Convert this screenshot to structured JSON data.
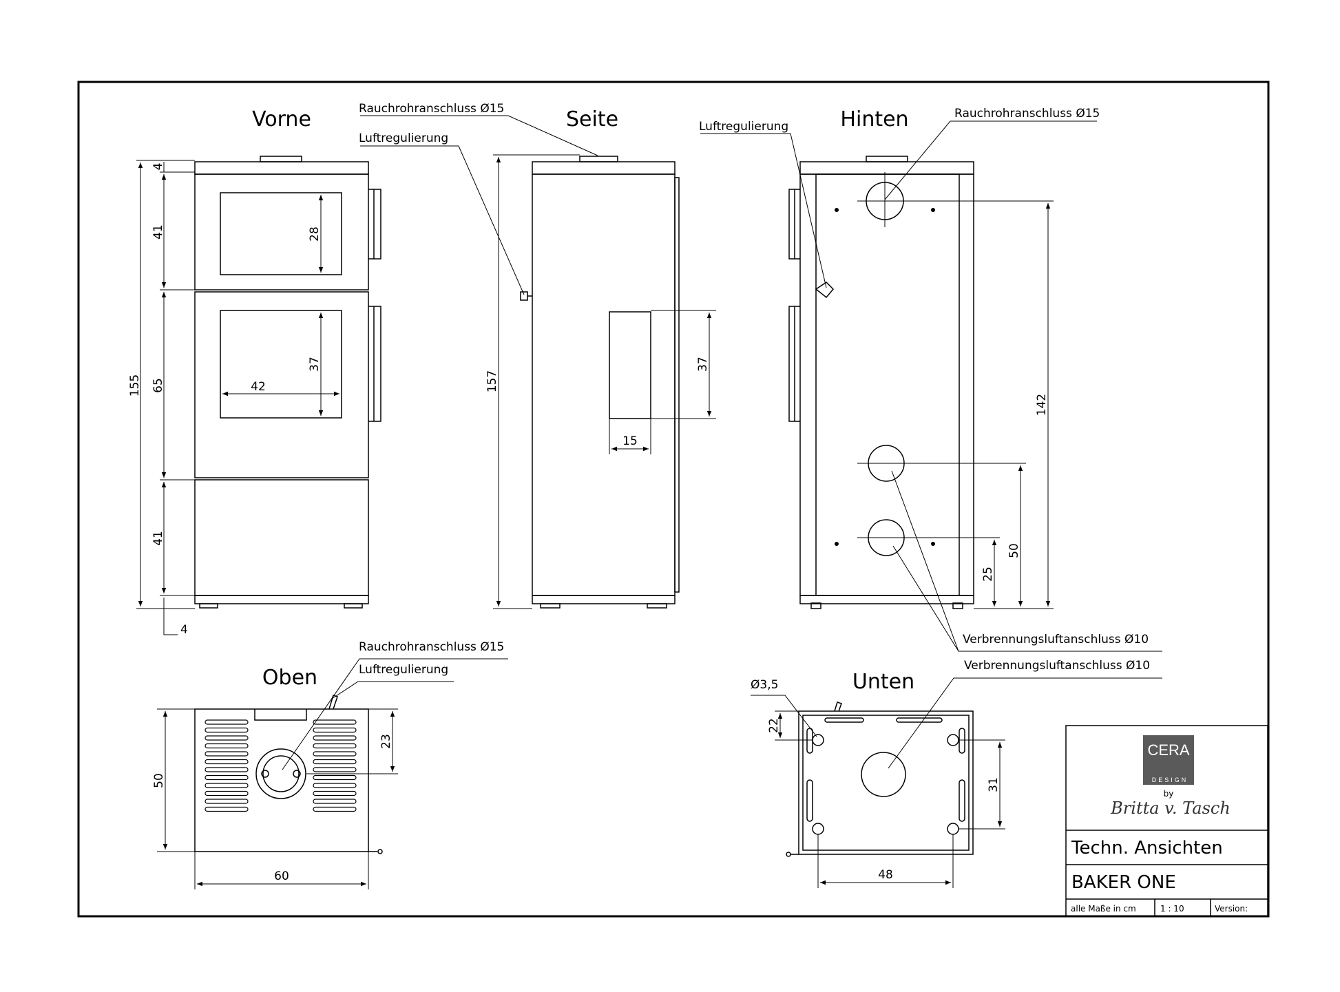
{
  "views": {
    "front": "Vorne",
    "side": "Seite",
    "back": "Hinten",
    "top": "Oben",
    "bottom": "Unten"
  },
  "callouts": {
    "flue": "Rauchrohranschluss Ø15",
    "air_reg": "Luftregulierung",
    "combustion_air": "Verbrennungsluftanschluss Ø10",
    "hole": "Ø3,5"
  },
  "dims": {
    "front": {
      "total": "155",
      "top": "4",
      "upper": "41",
      "middle": "65",
      "lower": "41",
      "base": "4",
      "win1_h": "28",
      "win2_h": "37",
      "win2_w": "42"
    },
    "side": {
      "total": "157",
      "win_h": "37",
      "win_w": "15"
    },
    "back": {
      "h142": "142",
      "h50": "50",
      "h25": "25"
    },
    "top": {
      "depth": "50",
      "offset": "23",
      "width": "60"
    },
    "bottom": {
      "depth": "22",
      "offset": "31",
      "width": "48"
    }
  },
  "title_block": {
    "logo": "CERA",
    "logo_sub": "DESIGN",
    "by": "by",
    "signature": "Britta v. Tasch",
    "title": "Techn. Ansichten",
    "product": "BAKER ONE",
    "units": "alle Maße in cm",
    "scale": "1 : 10",
    "version": "Version:"
  }
}
